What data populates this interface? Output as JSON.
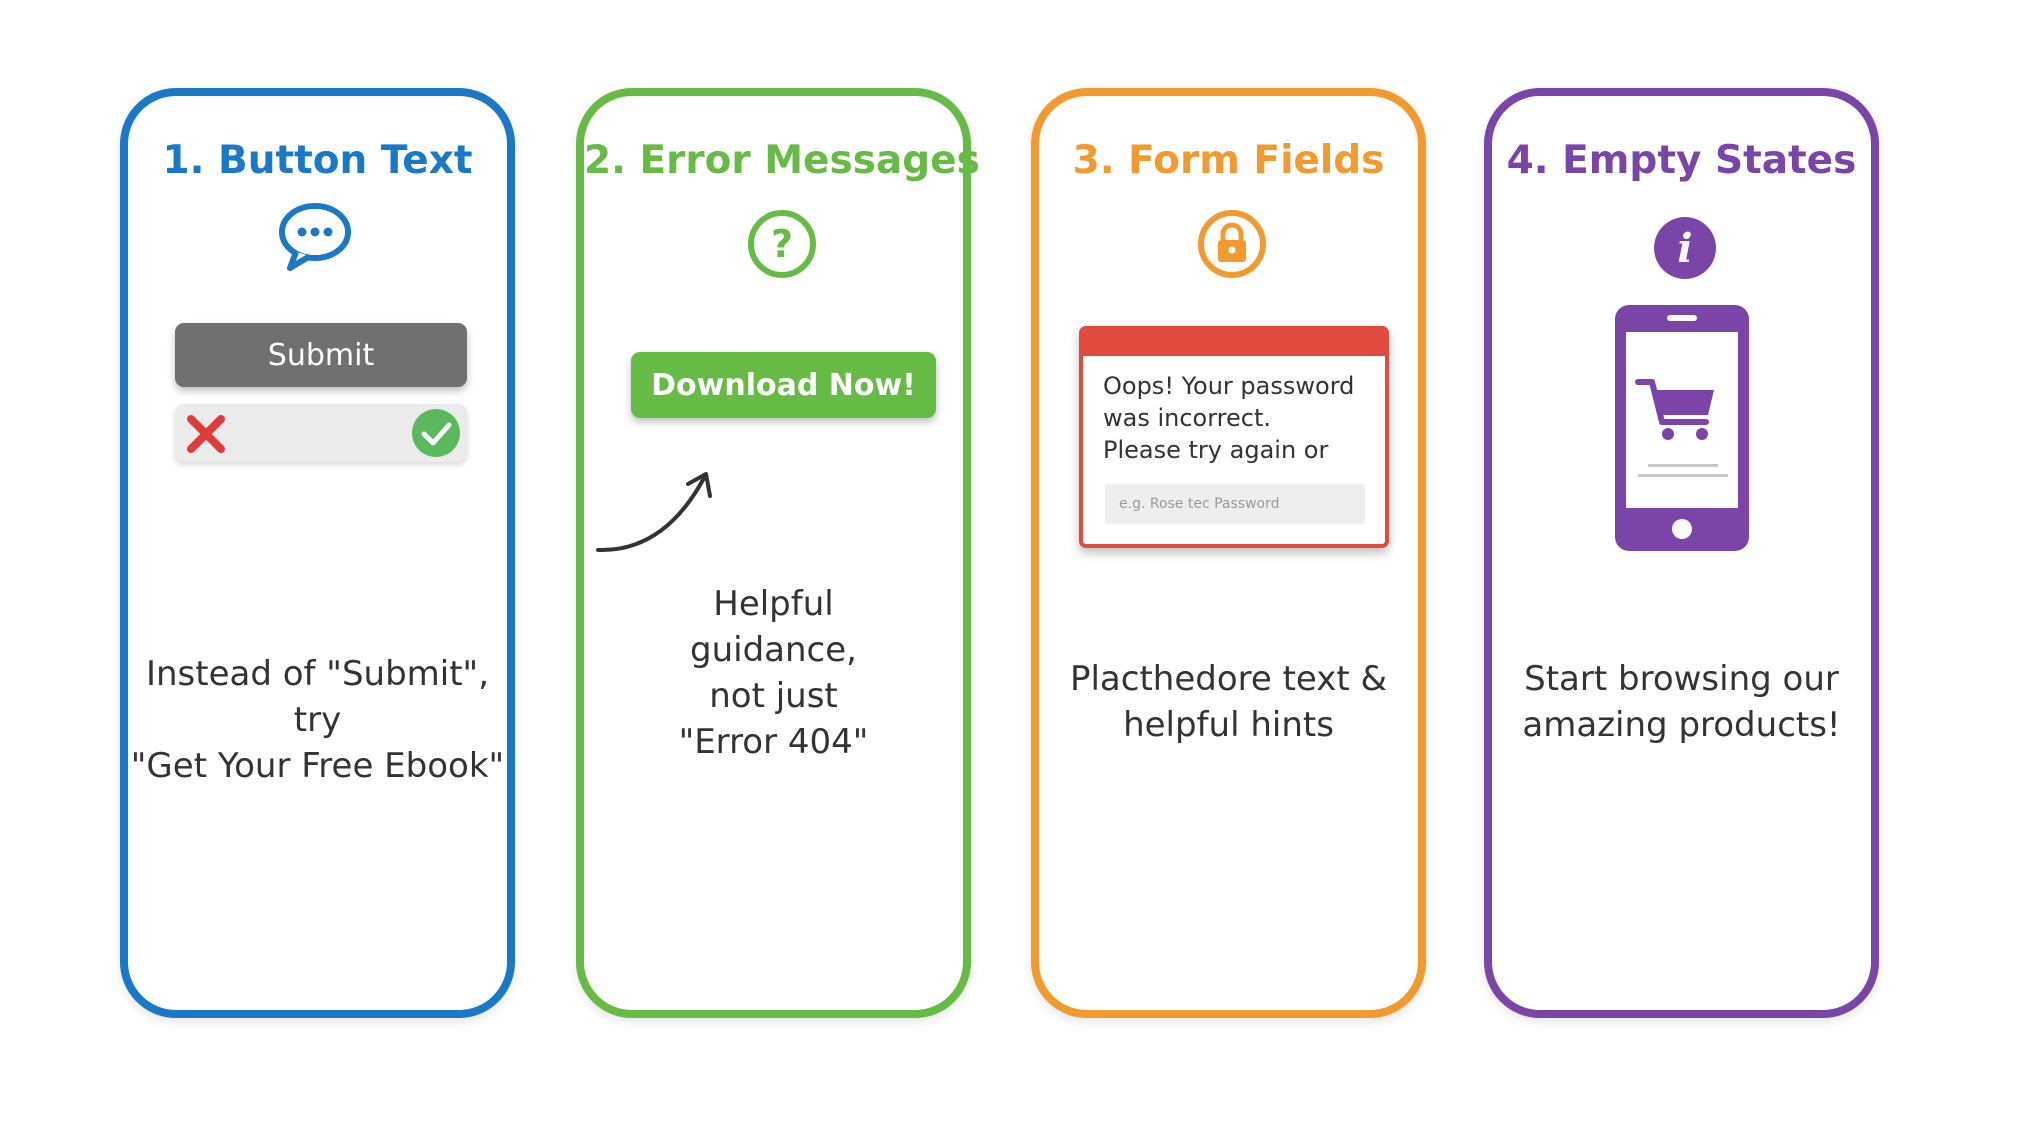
{
  "cards": [
    {
      "title": "1. Button Text",
      "icon": "chat-bubble-icon",
      "button_label": "Submit",
      "caption_lines": [
        "Instead of \"Submit\", try",
        "\"Get Your Free Ebook\""
      ],
      "accent": "#1a78c9"
    },
    {
      "title": "2. Error Messages",
      "icon": "question-icon",
      "button_label": "Download Now!",
      "caption_lines": [
        "Helpful",
        "guidance,",
        "not just",
        "\"Error 404\""
      ],
      "accent": "#66bb45"
    },
    {
      "title": "3. Form Fields",
      "icon": "lock-icon",
      "error_lines": [
        "Oops! Your password",
        "was incorrect.",
        "Please try again or"
      ],
      "field_placeholder": "e.g. Rose tec Password",
      "caption_lines": [
        "Placthedore text &",
        "helpful hints"
      ],
      "accent": "#f29a2e"
    },
    {
      "title": "4. Empty States",
      "icon": "info-icon",
      "phone_icon": "shopping-cart-icon",
      "caption_lines": [
        "Start browsing our",
        "amazing products!"
      ],
      "accent": "#7b44a8"
    }
  ]
}
